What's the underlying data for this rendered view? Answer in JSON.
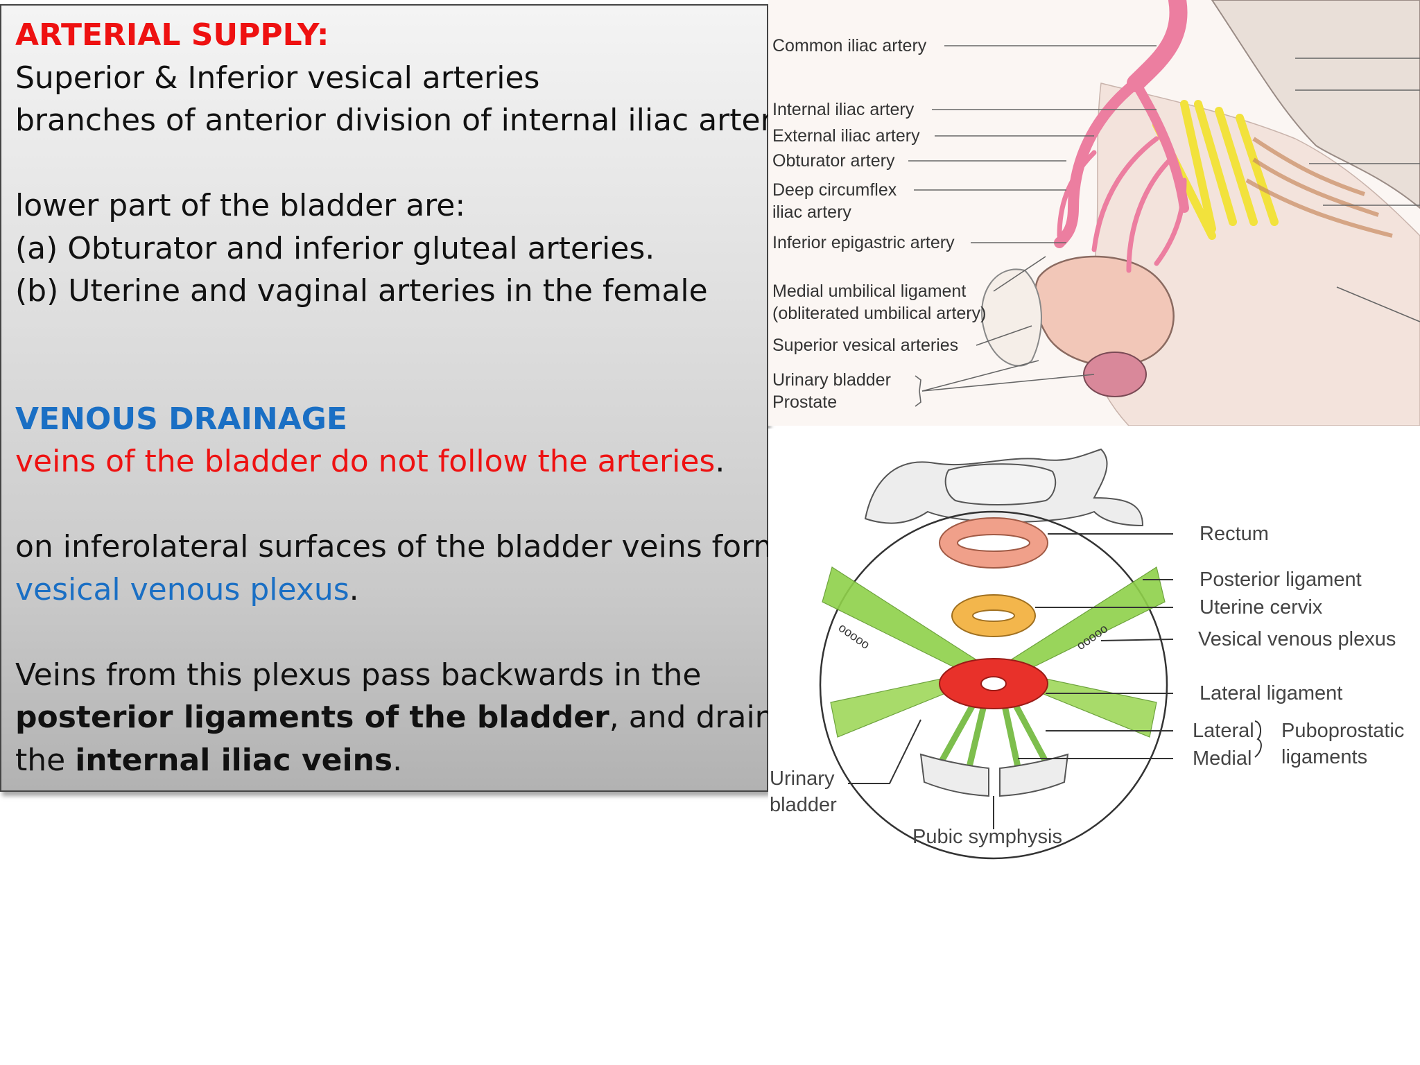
{
  "arterial": {
    "heading": "ARTERIAL SUPPLY:",
    "line1": "Superior & Inferior vesical arteries",
    "line2": "branches of anterior division of internal iliac arteries",
    "lower_intro": "lower part of the bladder are:",
    "item_a": "(a) Obturator and inferior gluteal arteries.",
    "item_b": "(b) Uterine and vaginal arteries in the female"
  },
  "venous": {
    "heading": "VENOUS DRAINAGE",
    "statement": "veins of the bladder do not follow the arteries",
    "statement_end": ".",
    "plexus_intro": "on  inferolateral surfaces of the bladder veins form",
    "plexus_name": "vesical venous plexus",
    "plexus_end": ".",
    "drain_1": "Veins from this plexus pass backwards in the",
    "drain_bold_1": "posterior ligaments of the bladder",
    "drain_2": ", and drain into",
    "drain_3": "the ",
    "drain_bold_2": "internal iliac veins",
    "drain_4": "."
  },
  "figure_arterial": {
    "labels": {
      "common_iliac": "Common iliac artery",
      "internal_iliac": "Internal iliac artery",
      "external_iliac": "External iliac artery",
      "obturator": "Obturator artery",
      "deep_circumflex_1": "Deep circumflex",
      "deep_circumflex_2": "iliac artery",
      "inferior_epigastric": "Inferior epigastric artery",
      "medial_umbilical_1": "Medial umbilical ligament",
      "medial_umbilical_2": "(obliterated umbilical artery)",
      "superior_vesical": "Superior vesical arteries",
      "urinary_bladder": "Urinary bladder",
      "prostate": "Prostate"
    }
  },
  "figure_venous": {
    "labels": {
      "rectum": "Rectum",
      "posterior_ligament": "Posterior ligament",
      "uterine_cervix": "Uterine cervix",
      "vesical_venous_plexus": "Vesical venous plexus",
      "lateral_ligament": "Lateral ligament",
      "lateral": "Lateral",
      "medial": "Medial",
      "puboprostatic": "Puboprostatic",
      "ligaments": "ligaments",
      "urinary": "Urinary",
      "bladder": "bladder",
      "pubic_symphysis": "Pubic symphysis"
    }
  },
  "colors": {
    "heading_red": "#ee1111",
    "heading_blue": "#1a6fc4",
    "artery_pink": "#ec7ea0",
    "nerve_yellow": "#f2e23c",
    "ligament_green": "#8fd14a",
    "bladder_red": "#e8312a",
    "rectum_pink": "#f0a08a",
    "cervix_orange": "#f3b64c"
  }
}
